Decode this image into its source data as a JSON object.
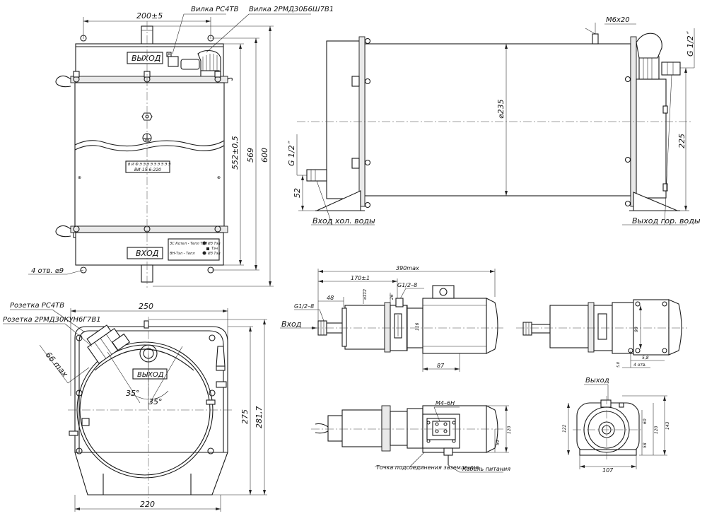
{
  "labels": {
    "plug_rs4": "Вилка РС4ТВ",
    "plug_2rmd": "Вилка 2РМД30Б6Ш7В1",
    "outlet_rs4": "Розетка РС4ТВ",
    "outlet_2rmd": "Розетка 2РМД30КУН6Г7В1",
    "exit": "ВЫХОД",
    "entry": "ВХОД",
    "cold_in": "Вход хол. воды",
    "hot_out": "Выход гор. воды",
    "m4_6h": "М4–6Н",
    "ground_point": "Точка подсоединения заземления",
    "power_cable": "Кабель питания",
    "vhod": "Вход",
    "vyhod": "Выход",
    "holes": "4 отв. ⌀9",
    "holes_b": "4 отв."
  },
  "dims": {
    "w200": "200±5",
    "h552": "552±0,5",
    "h569": "569",
    "h600": "600",
    "m6x20": "М6х20",
    "g12": "G 1/2˝",
    "d235": "⌀235",
    "h225": "225",
    "h52": "52",
    "w250": "250",
    "w66": "66 max",
    "a35a": "35°",
    "a35b": "35°",
    "h275": "275",
    "h2817": "281,7",
    "w220": "220",
    "w390": "390max",
    "w170": "170±1",
    "g128a": "G1/2–8",
    "g128b": "G1/2–8",
    "w48": "48",
    "d112": "⌀112",
    "w26": "26",
    "w116": "116",
    "w87": "87",
    "w90": "90",
    "w58": "5,8",
    "w59": "59",
    "w120a": "120",
    "w122": "122",
    "w60": "60",
    "w120b": "120",
    "w143": "143",
    "w58b": "58",
    "w107": "107",
    "w58c": "5,8"
  },
  "plates": {
    "nameplate_1": "ВИ-15-6-220",
    "panel_1": "ЗС Котел - Тепл ТЗЛ",
    "panel_2": "ВН-Тэл - Тепл",
    "panel_3": "ИЗ Тэл",
    "panel_4": "Тэн",
    "panel_5": "ИЗ Тэл"
  }
}
